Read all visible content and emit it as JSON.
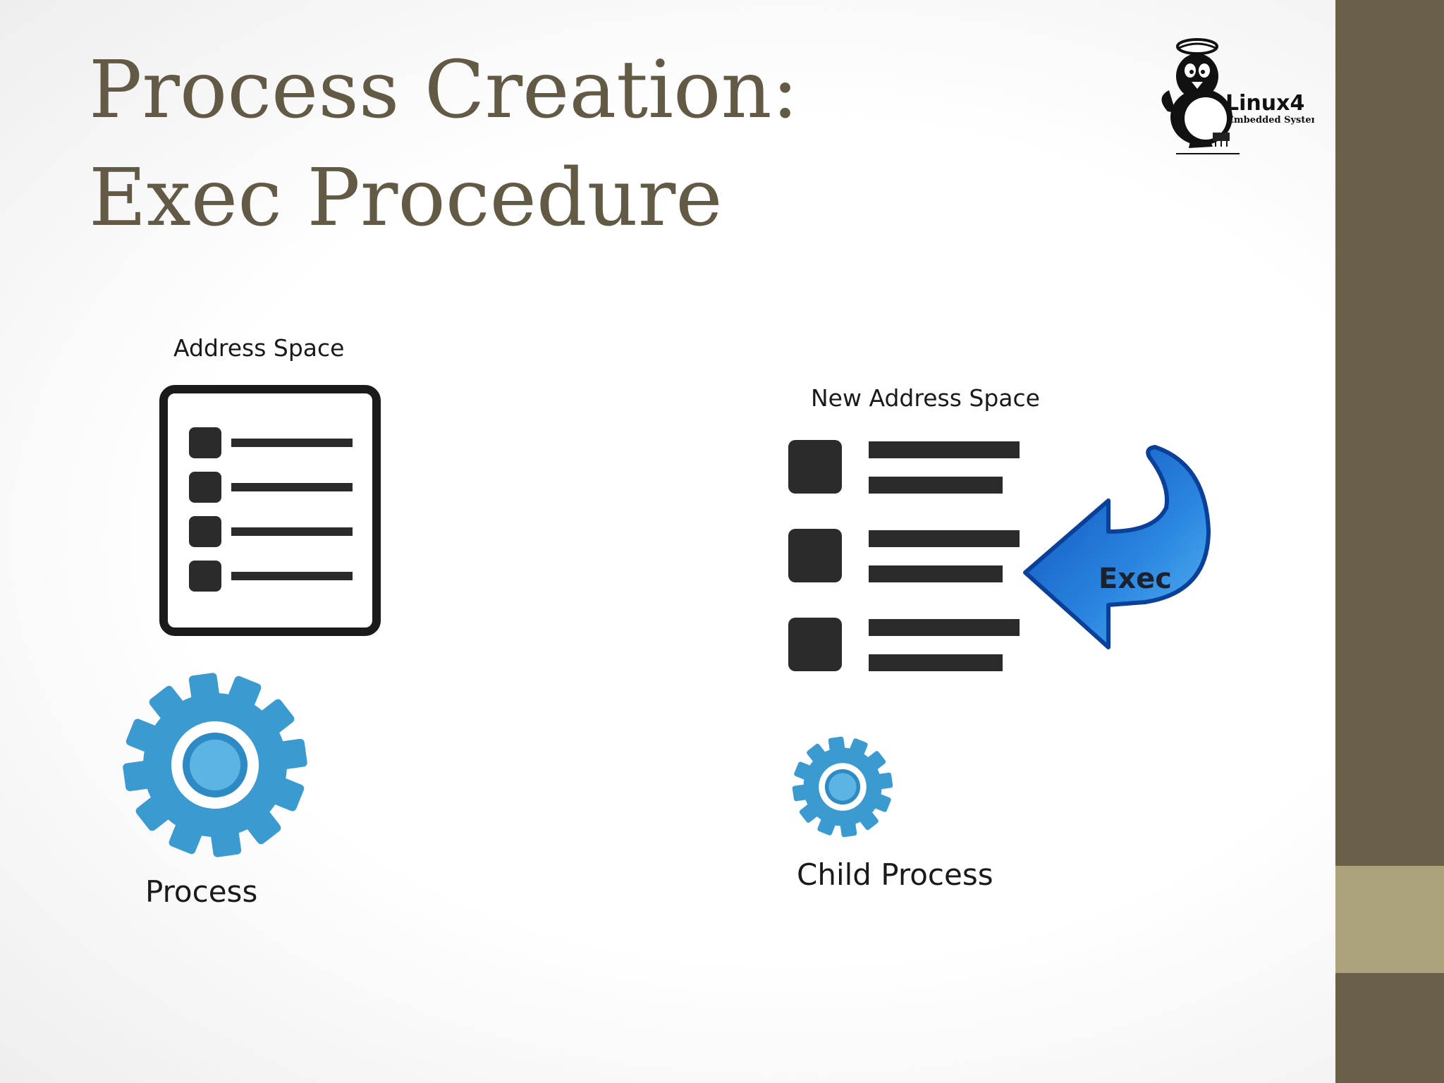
{
  "slide": {
    "title_line1": "Process Creation:",
    "title_line2": "Exec Procedure"
  },
  "logo": {
    "word": "Linux",
    "number": "4",
    "tagline": "Embedded Systems"
  },
  "diagram": {
    "left": {
      "address_space_label": "Address Space",
      "process_label": "Process"
    },
    "right": {
      "new_address_space_label": "New Address Space",
      "child_process_label": "Child Process",
      "arrow_label": "Exec"
    }
  },
  "colors": {
    "title": "#625a45",
    "sidebar": "#6a5f49",
    "sidebar_accent": "#aca27e",
    "gear": "#3b9bd0",
    "arrow": "#2b86e0"
  }
}
